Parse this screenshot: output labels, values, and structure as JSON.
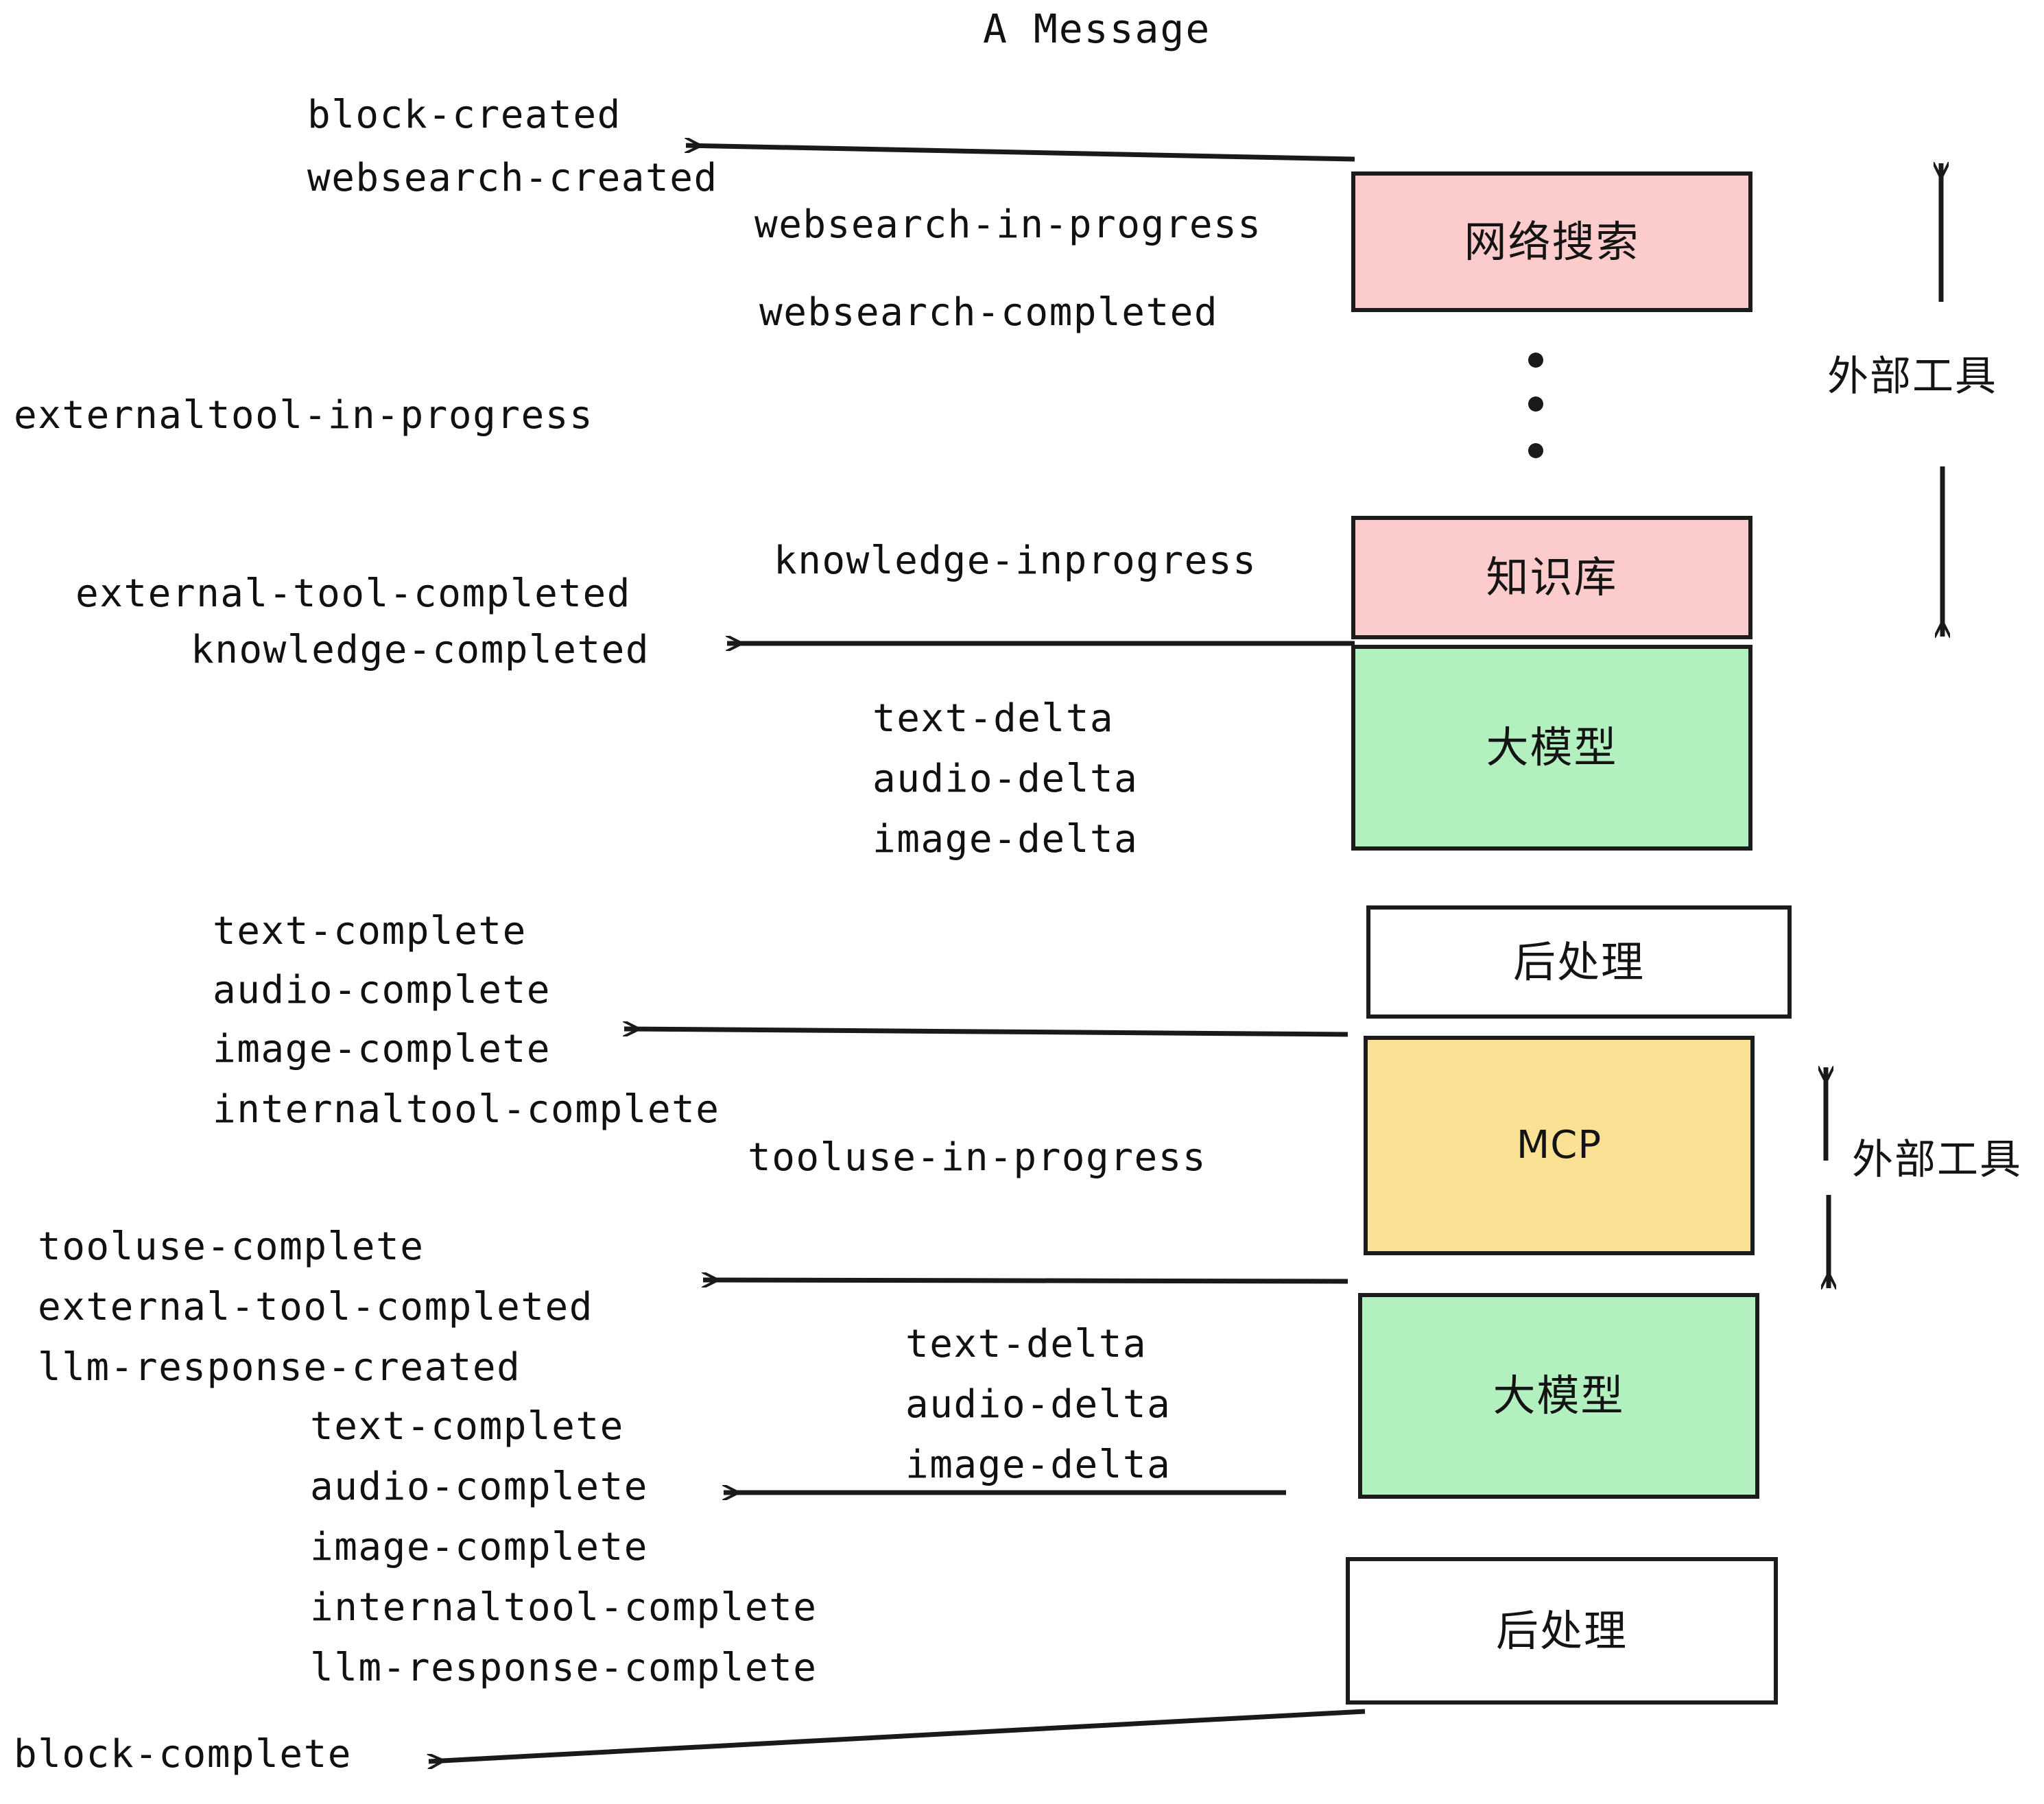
{
  "title": "A Message",
  "colors": {
    "pink": "#fccccc",
    "green": "#b3f0c0",
    "yellow": "#fbe194",
    "white": "#ffffff",
    "stroke": "#1c1c1c",
    "text": "#111111",
    "background": "#ffffff"
  },
  "nodes": [
    {
      "id": "websearch",
      "label": "网络搜索",
      "fill": "#fccccc",
      "script": "cjk"
    },
    {
      "id": "knowledge",
      "label": "知识库",
      "fill": "#fccccc",
      "script": "cjk"
    },
    {
      "id": "llm-1",
      "label": "大模型",
      "fill": "#b3f0c0",
      "script": "cjk"
    },
    {
      "id": "postprocess-1",
      "label": "后处理",
      "fill": "#ffffff",
      "script": "cjk"
    },
    {
      "id": "mcp",
      "label": "MCP",
      "fill": "#fbe194",
      "script": "latin"
    },
    {
      "id": "llm-2",
      "label": "大模型",
      "fill": "#b3f0c0",
      "script": "cjk"
    },
    {
      "id": "postprocess-2",
      "label": "后处理",
      "fill": "#ffffff",
      "script": "cjk"
    }
  ],
  "side_labels": [
    {
      "id": "external-tools-top",
      "label": "外部工具"
    },
    {
      "id": "external-tools-bottom",
      "label": "外部工具"
    }
  ],
  "events": [
    {
      "id": "block-created",
      "text": "block-created"
    },
    {
      "id": "websearch-created",
      "text": "websearch-created"
    },
    {
      "id": "websearch-in-progress",
      "text": "websearch-in-progress"
    },
    {
      "id": "websearch-completed",
      "text": "websearch-completed"
    },
    {
      "id": "externaltool-in-progress",
      "text": "externaltool-in-progress"
    },
    {
      "id": "knowledge-inprogress",
      "text": "knowledge-inprogress"
    },
    {
      "id": "external-tool-completed-1",
      "text": "external-tool-completed"
    },
    {
      "id": "knowledge-completed",
      "text": "knowledge-completed"
    },
    {
      "id": "text-delta-1",
      "text": "text-delta"
    },
    {
      "id": "audio-delta-1",
      "text": "audio-delta"
    },
    {
      "id": "image-delta-1",
      "text": "image-delta"
    },
    {
      "id": "text-complete-1",
      "text": "text-complete"
    },
    {
      "id": "audio-complete-1",
      "text": "audio-complete"
    },
    {
      "id": "image-complete-1",
      "text": "image-complete"
    },
    {
      "id": "internaltool-complete-1",
      "text": "internaltool-complete"
    },
    {
      "id": "tooluse-in-progress",
      "text": "tooluse-in-progress"
    },
    {
      "id": "tooluse-complete",
      "text": "tooluse-complete"
    },
    {
      "id": "external-tool-completed-2",
      "text": "external-tool-completed"
    },
    {
      "id": "llm-response-created",
      "text": "llm-response-created"
    },
    {
      "id": "text-delta-2",
      "text": "text-delta"
    },
    {
      "id": "audio-delta-2",
      "text": "audio-delta"
    },
    {
      "id": "image-delta-2",
      "text": "image-delta"
    },
    {
      "id": "text-complete-2",
      "text": "text-complete"
    },
    {
      "id": "audio-complete-2",
      "text": "audio-complete"
    },
    {
      "id": "image-complete-2",
      "text": "image-complete"
    },
    {
      "id": "internaltool-complete-2",
      "text": "internaltool-complete"
    },
    {
      "id": "llm-response-complete",
      "text": "llm-response-complete"
    },
    {
      "id": "block-complete",
      "text": "block-complete"
    }
  ],
  "ellipsis_dots": 3
}
